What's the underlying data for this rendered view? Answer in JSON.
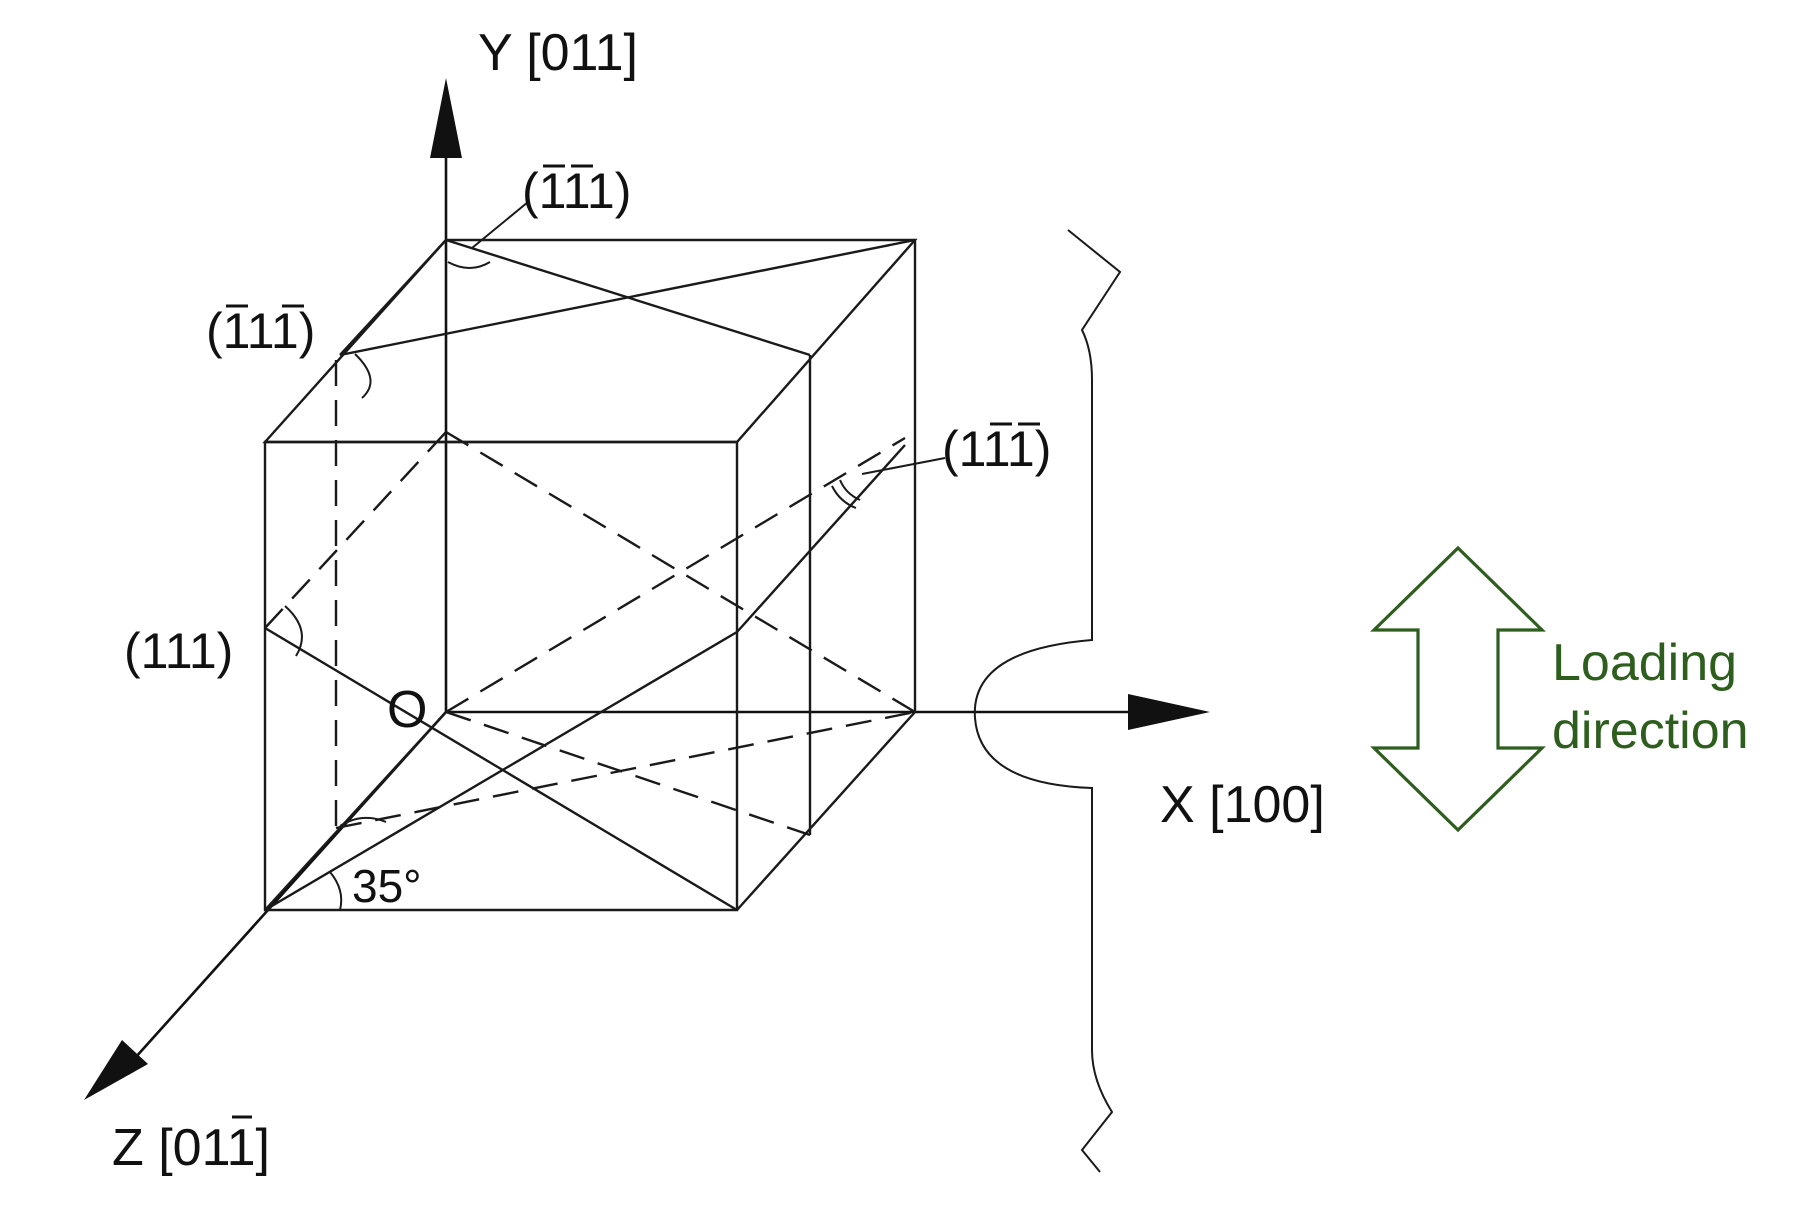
{
  "axes": {
    "y_label": "Y [011]",
    "x_label": "X [100]",
    "z_label_prefix": "Z [0",
    "z_label_bar_digit": "1",
    "z_label_suffix": "1]",
    "origin_label": "O"
  },
  "planes": {
    "top_right": {
      "open": "(",
      "bar1": "1",
      "bar2": "1",
      "plain": "1",
      "close": ")"
    },
    "top_left": {
      "open": "(",
      "bar1": "1",
      "plain": "1",
      "bar2": "1",
      "close": ")"
    },
    "right": {
      "open": "(",
      "plain": "1",
      "bar1": "1",
      "bar2": "1",
      "close": ")"
    },
    "left": "(111)"
  },
  "angle_label": "35°",
  "loading": {
    "line1": "Loading",
    "line2": "direction",
    "color": "#2e5e1e"
  },
  "colors": {
    "lines": "#1a1a1a",
    "arrow_green": "#2e5e1e"
  }
}
